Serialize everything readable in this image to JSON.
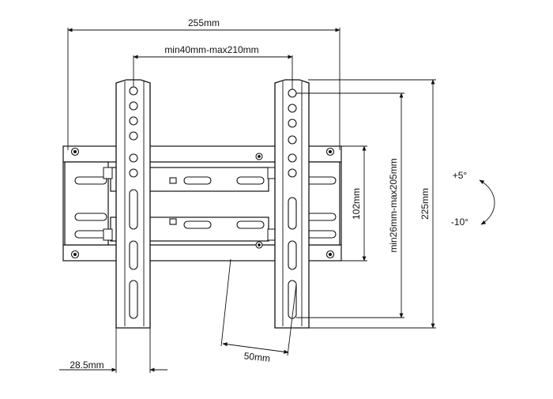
{
  "dimensions": {
    "total_width": "255mm",
    "vesa_horizontal": "min40mm-max210mm",
    "total_height": "225mm",
    "vesa_vertical": "min26mm-max205mm",
    "wall_plate_height": "102mm",
    "depth": "50mm",
    "arm_width": "28.5mm"
  },
  "tilt": {
    "up": "+5°",
    "down": "-10°"
  },
  "colors": {
    "line": "#111111",
    "background": "#ffffff"
  }
}
